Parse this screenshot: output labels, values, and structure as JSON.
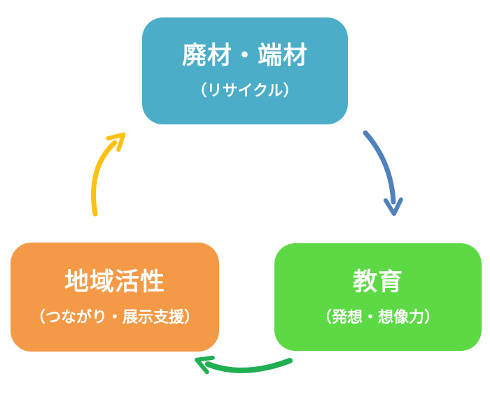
{
  "diagram": {
    "type": "cycle",
    "background": "#ffffff",
    "nodes": [
      {
        "id": "waste",
        "label": "廃材・端材",
        "sublabel": "（リサイクル）",
        "color": "#4badc7",
        "text_color": "#ffffff",
        "position": "top-center"
      },
      {
        "id": "education",
        "label": "教育",
        "sublabel": "（発想・想像力）",
        "color": "#5cd944",
        "text_color": "#ffffff",
        "position": "bottom-right"
      },
      {
        "id": "community",
        "label": "地域活性",
        "sublabel": "（つながり・展示支援）",
        "color": "#f49a47",
        "text_color": "#ffffff",
        "position": "bottom-left"
      }
    ],
    "arrows": [
      {
        "id": "waste-to-education",
        "from": "waste",
        "to": "education",
        "color": "#4f81bd"
      },
      {
        "id": "education-to-community",
        "from": "education",
        "to": "community",
        "color": "#1fae52"
      },
      {
        "id": "community-to-waste",
        "from": "community",
        "to": "waste",
        "color": "#ffc110"
      }
    ]
  }
}
